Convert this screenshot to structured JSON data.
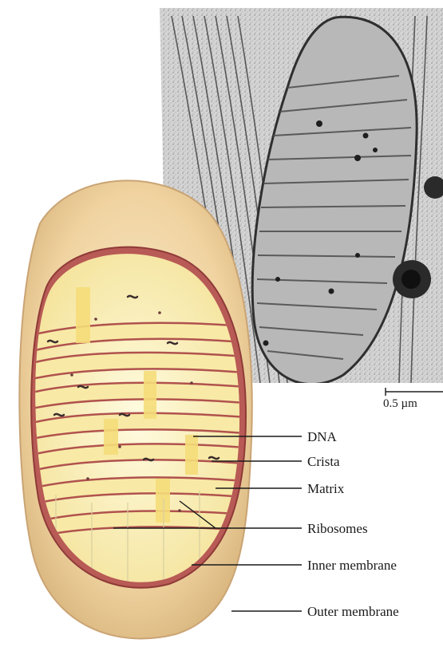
{
  "micrograph": {
    "scale_bar_label": "0.5 µm"
  },
  "labels": [
    {
      "id": "dna",
      "text": "DNA"
    },
    {
      "id": "crista",
      "text": "Crista"
    },
    {
      "id": "matrix",
      "text": "Matrix"
    },
    {
      "id": "ribosomes",
      "text": "Ribosomes"
    },
    {
      "id": "inner-membrane",
      "text": "Inner membrane"
    },
    {
      "id": "outer-membrane",
      "text": "Outer membrane"
    }
  ],
  "colors": {
    "outer_membrane": "#f2d9a8",
    "inner_membrane": "#b04a4a",
    "matrix": "#fbf2c0",
    "cristae": "#f6e79a",
    "micrograph_bg": "#cfcfcf"
  }
}
